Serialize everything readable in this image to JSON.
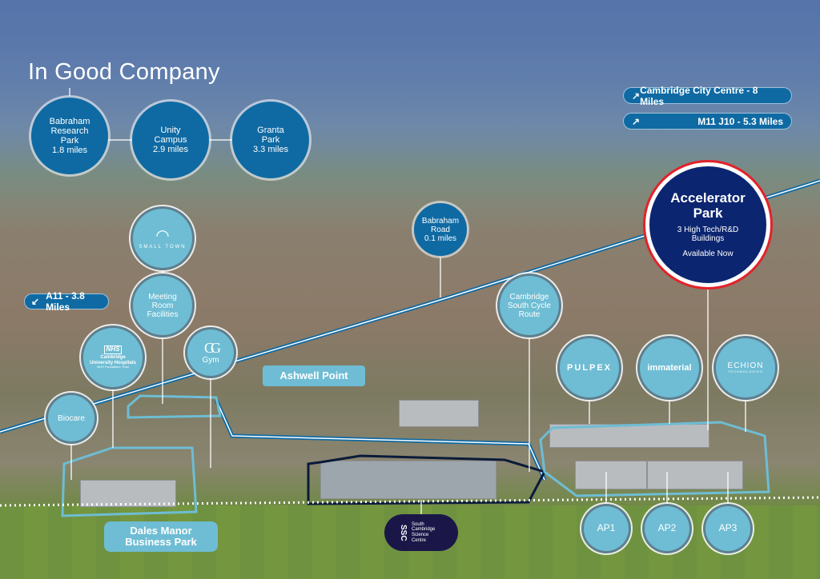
{
  "title": "In Good Company",
  "directions": [
    {
      "label": "Cambridge City Centre - 8 Miles",
      "icon": "arrow-up-right-icon"
    },
    {
      "label": "M11 J10 - 5.3 Miles",
      "icon": "arrow-up-right-icon"
    },
    {
      "label": "A11 - 3.8 Miles",
      "icon": "arrow-down-left-icon"
    }
  ],
  "nearby": [
    {
      "name": "Babraham Research Park",
      "lines": [
        "Babraham",
        "Research",
        "Park"
      ],
      "distance": "1.8 miles"
    },
    {
      "name": "Unity Campus",
      "lines": [
        "Unity",
        "Campus"
      ],
      "distance": "2.9 miles"
    },
    {
      "name": "Granta Park",
      "lines": [
        "Granta",
        "Park"
      ],
      "distance": "3.3 miles"
    },
    {
      "name": "Babraham Road",
      "lines": [
        "Babraham",
        "Road"
      ],
      "distance": "0.1 miles"
    }
  ],
  "amenities": {
    "small_town": "SMALL TOWN",
    "meeting": [
      "Meeting",
      "Room",
      "Facilities"
    ],
    "nhs_badge": "NHS",
    "nhs_lines": [
      "Cambridge",
      "University Hospitals",
      "NHS Foundation Trust"
    ],
    "gym": "Gym",
    "gym_logo": "GG",
    "biocare": "Biocare",
    "cycle": [
      "Cambridge",
      "South Cycle",
      "Route"
    ]
  },
  "featured": {
    "title": [
      "Accelerator",
      "Park"
    ],
    "subtitle": [
      "3 High Tech/R&D",
      "Buildings"
    ],
    "status": "Available Now",
    "ring_color": "#e3222b",
    "fill": "#0b2570"
  },
  "tenants": [
    "PULPEX",
    "immaterial",
    "ECHION",
    "TECHNOLOGIES"
  ],
  "buildings": [
    "AP1",
    "AP2",
    "AP3"
  ],
  "areas": {
    "ashwell": "Ashwell Point",
    "dales": [
      "Dales Manor",
      "Business Park"
    ],
    "scsc_logo": "SSC",
    "scsc": [
      "South",
      "Cambridge",
      "Science",
      "Centre"
    ]
  }
}
